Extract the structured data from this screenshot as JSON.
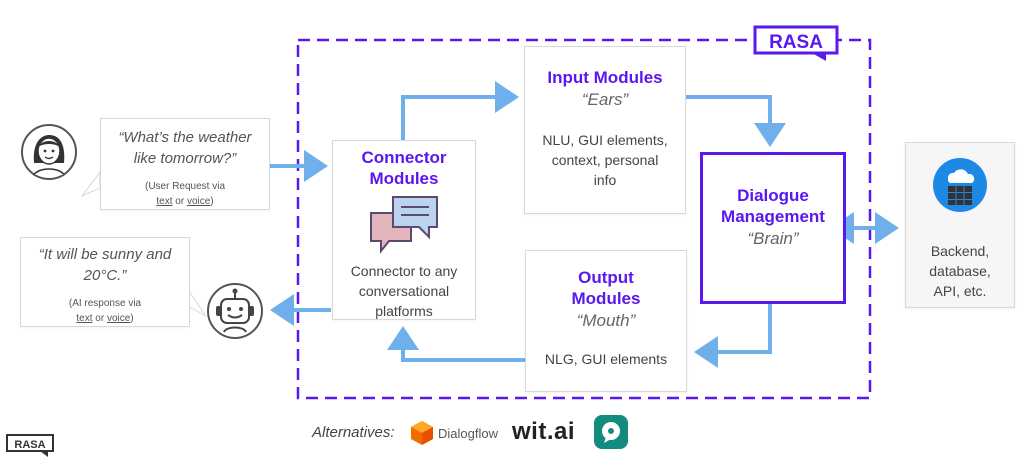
{
  "brand": {
    "accent": "#5a17ee",
    "arrow": "#6fb0ec",
    "logo_text": "RASA"
  },
  "user": {
    "quote_line1": "“What’s the weather",
    "quote_line2": "like tomorrow?”",
    "note_line1": "(User Request via",
    "note_text": "text",
    "note_or": " or ",
    "note_voice": "voice",
    "note_close": ")"
  },
  "bot": {
    "quote_line1": "“It will be sunny and",
    "quote_line2": "20°C.”",
    "note_line1": "(AI response via",
    "note_text": "text",
    "note_or": " or ",
    "note_voice": "voice",
    "note_close": ")"
  },
  "connector": {
    "title_line1": "Connector",
    "title_line2": "Modules",
    "desc_line1": "Connector to any",
    "desc_line2": "conversational",
    "desc_line3": "platforms"
  },
  "input": {
    "title": "Input Modules",
    "subtitle": "“Ears”",
    "desc_line1": "NLU, GUI elements,",
    "desc_line2": "context, personal",
    "desc_line3": "info"
  },
  "dialogue": {
    "title_line1": "Dialogue",
    "title_line2": "Management",
    "subtitle": "“Brain”"
  },
  "output": {
    "title_line1": "Output",
    "title_line2": "Modules",
    "subtitle": "“Mouth”",
    "desc": "NLG, GUI elements"
  },
  "backend": {
    "line1": "Backend,",
    "line2": "database,",
    "line3": "API, etc."
  },
  "alternatives": {
    "label": "Alternatives:",
    "dialogflow": "Dialogflow",
    "witai": "wit.ai"
  }
}
